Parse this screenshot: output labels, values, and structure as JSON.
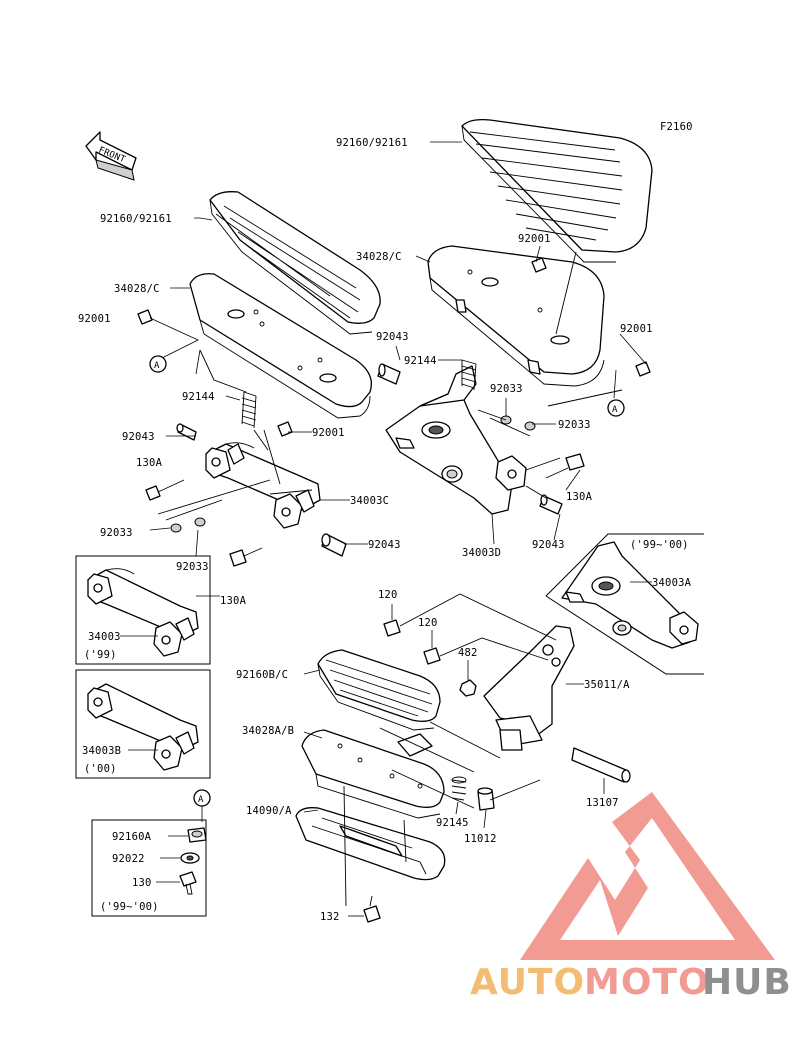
{
  "diagram_code": "F2160",
  "front_label": "FRONT",
  "callout_letter": "A",
  "labels": {
    "floorboard_left_top": "92160/92161",
    "floorboard_right_top": "92160/92161",
    "plate_left": "34028/C",
    "plate_right": "34028/C",
    "bolt_left": "92001",
    "bolt_right_a": "92001",
    "bolt_right_b": "92001",
    "bolt_left_b": "92001",
    "spring_left": "92144",
    "spring_right": "92144",
    "pin_left_a": "92043",
    "pin_left_b": "92043",
    "pin_right_a": "92043",
    "pin_right_b": "92043",
    "washer_right_a": "92033",
    "washer_right_b": "92033",
    "washer_left_a": "92033",
    "washer_left_b": "92033",
    "bolt_130a_left": "130A",
    "bolt_130a_right": "130A",
    "bolt_130a_inset": "130A",
    "bracket_c": "34003C",
    "bracket_d": "34003D",
    "bracket_a": "34003A",
    "bracket_a_years": "('99~'00)",
    "inset1_part": "34003",
    "inset1_years": "('99)",
    "inset2_part": "34003B",
    "inset2_years": "('00)",
    "bolt_120_a": "120",
    "bolt_120_b": "120",
    "nut_482": "482",
    "board_rear": "92160B/C",
    "plate_rear": "34028A/B",
    "bracket_35011": "35011/A",
    "pin_13107": "13107",
    "spring_92145": "92145",
    "collar_11012": "11012",
    "cover_14090": "14090/A",
    "bolt_132": "132",
    "kit_92160a": "92160A",
    "kit_92022": "92022",
    "kit_130": "130",
    "kit_years": "('99~'00)"
  },
  "watermark": {
    "part1": "AUTO",
    "part2": "MOTO",
    "part3": "HUB",
    "colors": {
      "auto": "#f2b15a",
      "moto": "#f08a80",
      "hub": "#7c7c7c",
      "triangle": "#f08a80"
    }
  }
}
